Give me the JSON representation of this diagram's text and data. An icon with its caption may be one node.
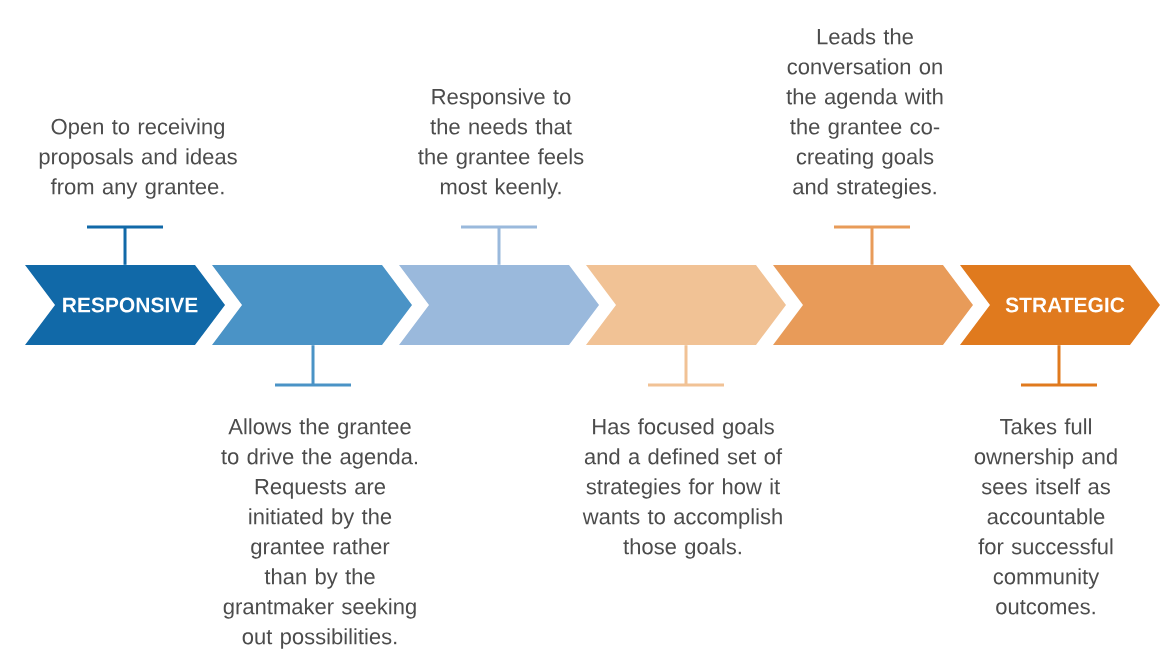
{
  "diagram": {
    "nodes": [
      {
        "text": [
          "RESPONSIVE"
        ]
      },
      {
        "text": [],
        "shape": "chevron"
      },
      {
        "text": [],
        "shape": "chevron"
      },
      {
        "text": [],
        "shape": "chevron"
      },
      {
        "text": [],
        "shape": "chevron"
      },
      {
        "text": [
          "STRATEGIC"
        ]
      },
      {
        "text": [
          "Open to receiving proposals and ideas from any grantee."
        ]
      },
      {
        "text": [
          "Allows the grantee to drive the agenda. Requests are initiated by the grantee rather than by the grantmaker seeking out possibilities."
        ]
      },
      {
        "text": [
          "Responsive to the needs that the grantee feels most keenly."
        ]
      },
      {
        "text": [
          "Has focused goals and a defined set of strategies for how it wants to accomplish those goals."
        ]
      },
      {
        "text": [
          "Leads the conversation on the agenda with the grantee co-creating goals and strategies."
        ]
      },
      {
        "text": [
          "Takes full ownership and sees itself as accountable for successful community outcomes."
        ]
      }
    ],
    "edges": [
      {
        "from": 6,
        "to": 0,
        "arrow": "none",
        "color": "#1169a8"
      },
      {
        "from": 7,
        "to": 1,
        "arrow": "none",
        "color": "#4a93c6"
      },
      {
        "from": 8,
        "to": 2,
        "arrow": "none",
        "color": "#9ab9dc"
      },
      {
        "from": 9,
        "to": 3,
        "arrow": "none",
        "color": "#f1c295"
      },
      {
        "from": 10,
        "to": 4,
        "arrow": "none",
        "color": "#e89b59"
      },
      {
        "from": 11,
        "to": 5,
        "arrow": "none",
        "color": "#e07a1e"
      }
    ]
  }
}
